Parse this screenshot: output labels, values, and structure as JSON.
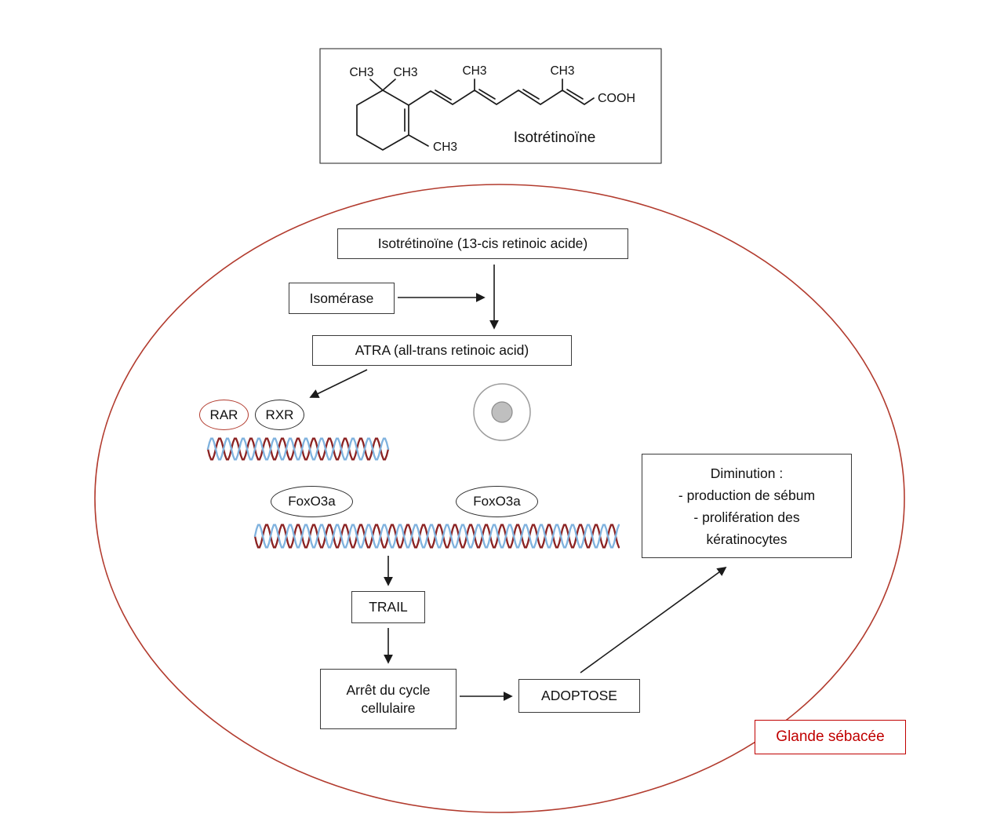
{
  "colors": {
    "cell_outline": "#b23b2e",
    "label_red": "#c00000",
    "dna_red": "#8b2222",
    "dna_blue": "#7fb2de",
    "line": "#1a1a1a"
  },
  "molecule": {
    "name": "Isotrétinoïne",
    "ch3": "CH3",
    "cooh": "COOH"
  },
  "cell": {
    "label": "Glande sébacée"
  },
  "nodes": {
    "isotretinoine": "Isotrétinoïne (13-cis retinoic acide)",
    "isomerase": "Isomérase",
    "atra": "ATRA (all-trans retinoic acid)",
    "rar": "RAR",
    "rxr": "RXR",
    "foxo3a": "FoxO3a",
    "trail": "TRAIL",
    "cycle_arrest": "Arrêt du cycle cellulaire",
    "apoptosis": "ADOPTOSE",
    "diminution": {
      "line1": "Diminution :",
      "line2": "- production de sébum",
      "line3": "- prolifération des",
      "line4": "kératinocytes"
    }
  }
}
